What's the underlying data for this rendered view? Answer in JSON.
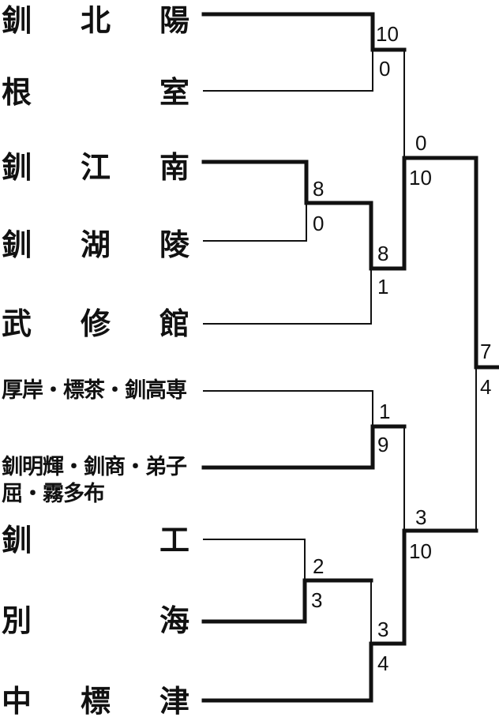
{
  "teams": [
    {
      "chars": [
        "釧",
        "北",
        "陽"
      ]
    },
    {
      "chars": [
        "根",
        "",
        "室"
      ]
    },
    {
      "chars": [
        "釧",
        "江",
        "南"
      ]
    },
    {
      "chars": [
        "釧",
        "湖",
        "陵"
      ]
    },
    {
      "chars": [
        "武",
        "修",
        "館"
      ]
    },
    {
      "name": "厚岸・標茶・釧高専"
    },
    {
      "name": "釧明輝・釧商・弟子屈・霧多布"
    },
    {
      "chars": [
        "釧",
        "",
        "工"
      ]
    },
    {
      "chars": [
        "別",
        "",
        "海"
      ]
    },
    {
      "chars": [
        "中",
        "標",
        "津"
      ]
    }
  ],
  "scores": {
    "r1_hokuyo": "10",
    "r1_nemuro": "0",
    "r1_konan": "8",
    "r1_koryo": "0",
    "r2_konan": "8",
    "r2_bushukan": "1",
    "r1_akkeshi": "1",
    "r1_meiki": "9",
    "r1_kushiko": "2",
    "r1_betsukai": "3",
    "r2_betsukai": "3",
    "r2_nakashibetsu": "4",
    "sf_hokuyo": "0",
    "sf_konan": "10",
    "sf_meiki": "3",
    "sf_nakashibetsu": "10",
    "f_top": "7",
    "f_bottom": "4"
  }
}
